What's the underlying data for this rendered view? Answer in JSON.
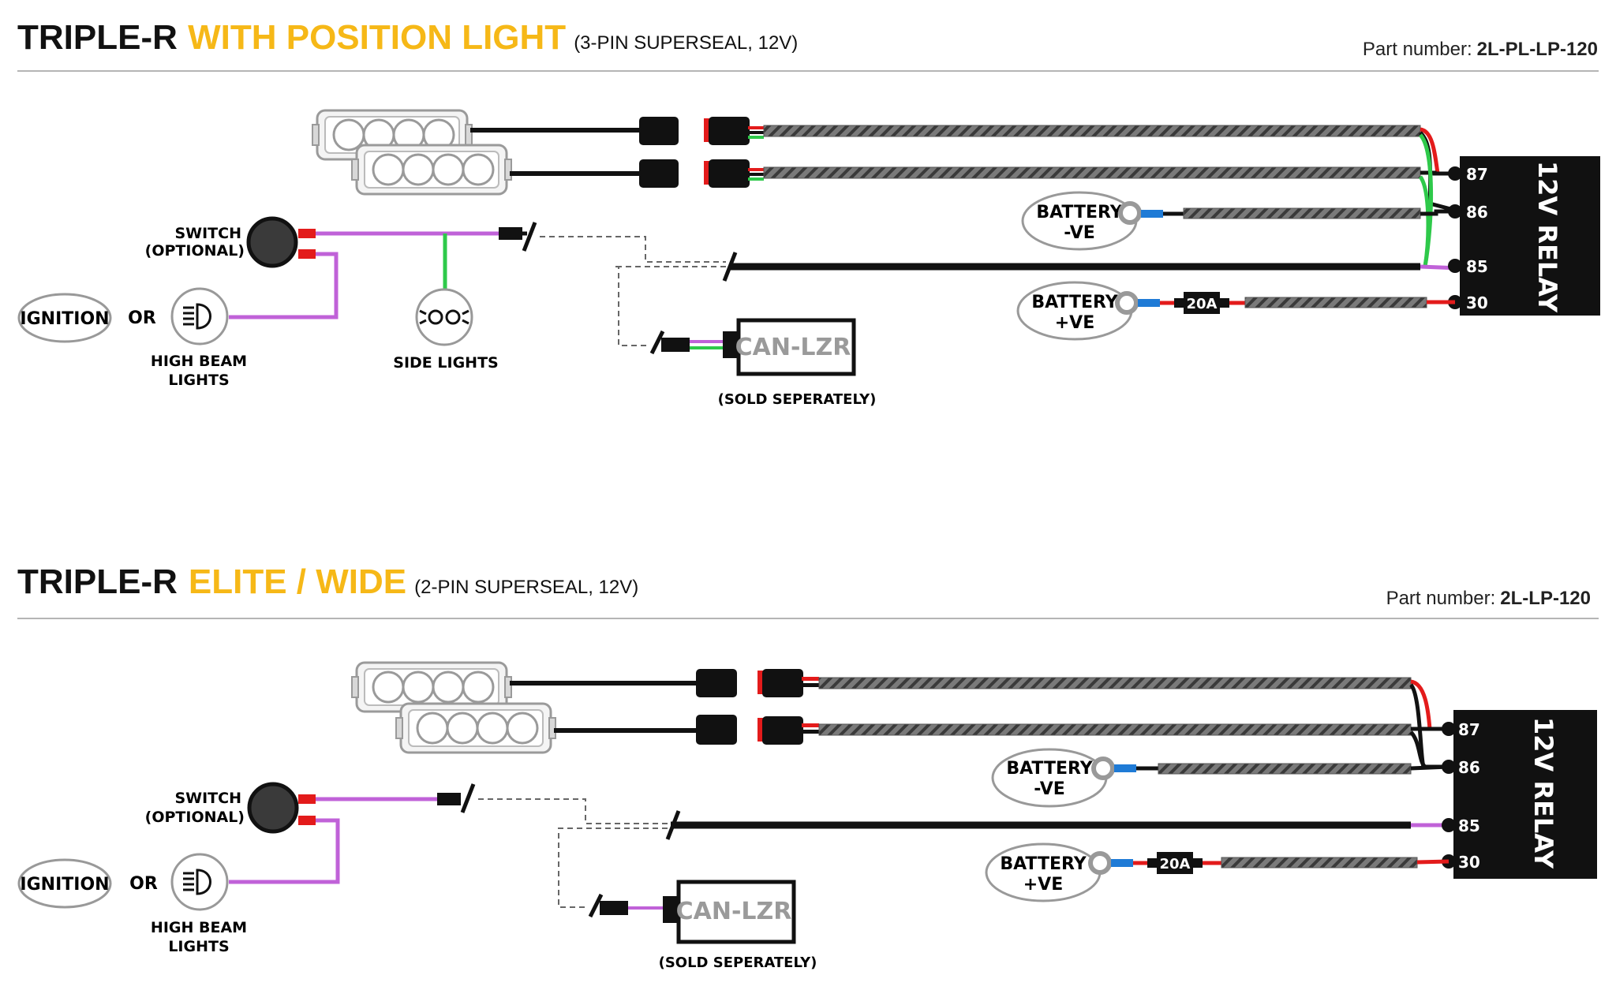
{
  "colors": {
    "accent": "#f6b817",
    "wire_black": "#111111",
    "wire_purple": "#c062d8",
    "wire_green": "#2ec94a",
    "wire_red": "#e31b1b",
    "wire_blue": "#1f7bd6"
  },
  "section1": {
    "title_a": "TRIPLE-R",
    "title_b": "WITH POSITION LIGHT",
    "title_c": "(3-PIN SUPERSEAL, 12V)",
    "part_label": "Part number:",
    "part_value": "2L-PL-LP-120",
    "switch_a": "SWITCH",
    "switch_b": "(OPTIONAL)",
    "ignition": "IGNITION",
    "or": "OR",
    "highbeam_a": "HIGH BEAM",
    "highbeam_b": "LIGHTS",
    "sidelights": "SIDE LIGHTS",
    "canlzr": "CAN-LZR",
    "sold": "(SOLD SEPERATELY)",
    "batt_neg_a": "BATTERY",
    "batt_neg_b": "-VE",
    "batt_pos_a": "BATTERY",
    "batt_pos_b": "+VE",
    "fuse": "20A",
    "relay": "12V RELAY",
    "pins": [
      "87",
      "86",
      "85",
      "30"
    ]
  },
  "section2": {
    "title_a": "TRIPLE-R",
    "title_b": "ELITE / WIDE",
    "title_c": "(2-PIN SUPERSEAL, 12V)",
    "part_label": "Part number:",
    "part_value": "2L-LP-120",
    "switch_a": "SWITCH",
    "switch_b": "(OPTIONAL)",
    "ignition": "IGNITION",
    "or": "OR",
    "highbeam_a": "HIGH BEAM",
    "highbeam_b": "LIGHTS",
    "canlzr": "CAN-LZR",
    "sold": "(SOLD SEPERATELY)",
    "batt_neg_a": "BATTERY",
    "batt_neg_b": "-VE",
    "batt_pos_a": "BATTERY",
    "batt_pos_b": "+VE",
    "fuse": "20A",
    "relay": "12V RELAY",
    "pins": [
      "87",
      "86",
      "85",
      "30"
    ]
  }
}
